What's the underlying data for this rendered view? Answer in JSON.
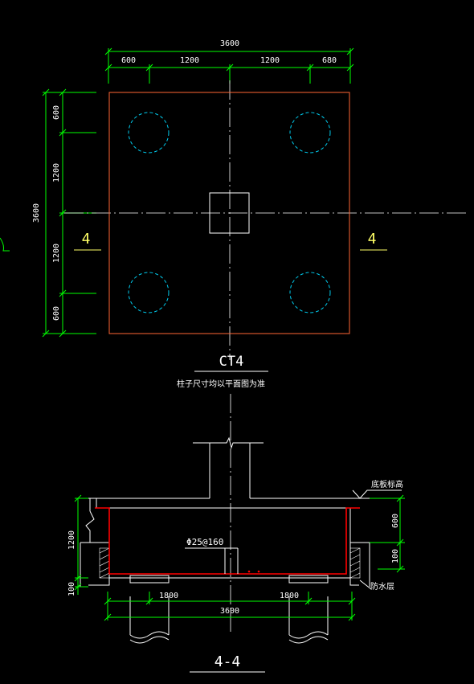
{
  "plan": {
    "dims_top": {
      "total": "3600",
      "seg1": "600",
      "seg2": "1200",
      "seg3": "1200",
      "seg4": "680"
    },
    "dims_left": {
      "total": "3600",
      "seg1": "600",
      "seg2": "1200",
      "seg3": "1200",
      "seg4": "600"
    },
    "section_mark_left": "4",
    "section_mark_right": "4",
    "title": "CT4",
    "note": "柱子尺寸均以平面图为准"
  },
  "section": {
    "label_top": "底板标高",
    "dim_right_top": "600",
    "dim_right_bottom": "100",
    "dim_left_top": "1200",
    "dim_left_bottom": "100",
    "rebar_label": "Φ25@160",
    "label_right_bottom": "防水层",
    "dim_bottom_left": "1800",
    "dim_bottom_right": "1800",
    "dim_bottom_total": "3600",
    "title": "4-4"
  },
  "colors": {
    "dimension": "#00ff00",
    "outline": "#ffffff",
    "foundation_edge": "#ff6633",
    "pile": "#00ccee",
    "rebar": "#ff0000",
    "axis": "#ffffff",
    "hatch": "#ffffff"
  }
}
